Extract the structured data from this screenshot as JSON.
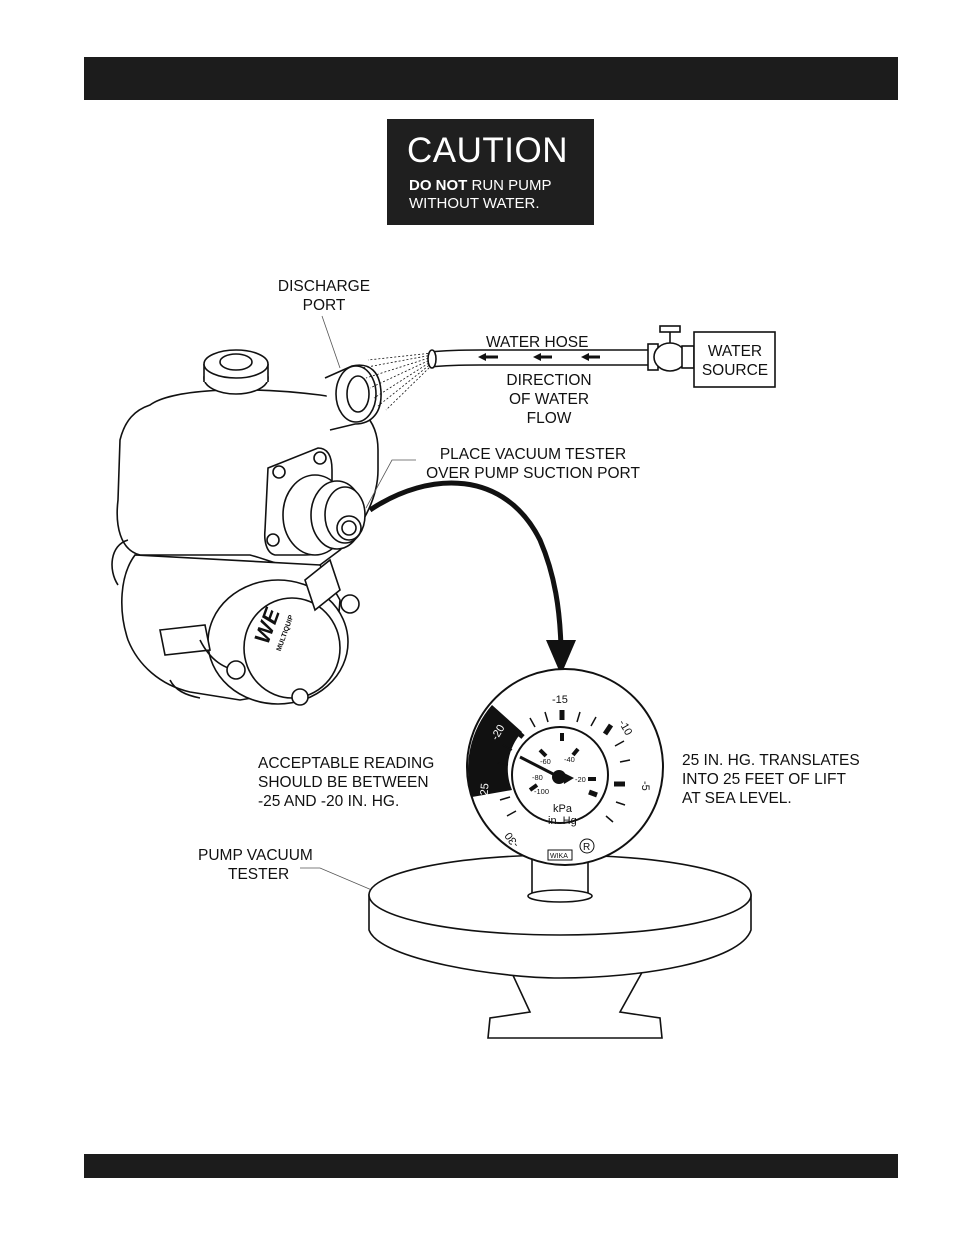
{
  "caution": {
    "title": "CAUTION",
    "line1_bold": "DO NOT",
    "line1_rest": " RUN PUMP",
    "line2": "WITHOUT WATER."
  },
  "labels": {
    "discharge_port_1": "DISCHARGE",
    "discharge_port_2": "PORT",
    "water_hose": "WATER HOSE",
    "direction_1": "DIRECTION",
    "direction_2": "OF WATER",
    "direction_3": "FLOW",
    "water_source_1": "WATER",
    "water_source_2": "SOURCE",
    "place_tester_1": "PLACE VACUUM TESTER",
    "place_tester_2": "OVER PUMP SUCTION PORT",
    "acceptable_1": "ACCEPTABLE READING",
    "acceptable_2": "SHOULD BE BETWEEN",
    "acceptable_3": "-25 AND -20 IN. HG.",
    "translates_1": "25 IN. HG. TRANSLATES",
    "translates_2": "INTO 25 FEET OF LIFT",
    "translates_3": "AT SEA LEVEL.",
    "tester_1": "PUMP VACUUM",
    "tester_2": "TESTER"
  },
  "gauge": {
    "outer_labels": [
      "-15",
      "-10",
      "-5",
      "-20",
      "-25",
      "-30"
    ],
    "inner_labels": [
      "-60",
      "-40",
      "-20",
      "-80",
      "-100"
    ],
    "unit_kpa": "kPa",
    "unit_inhg": "in. Hg",
    "brand": "WIKA",
    "registered": "R"
  },
  "pump_logo": {
    "mark": "WE",
    "brand": "MULTIQUIP"
  }
}
